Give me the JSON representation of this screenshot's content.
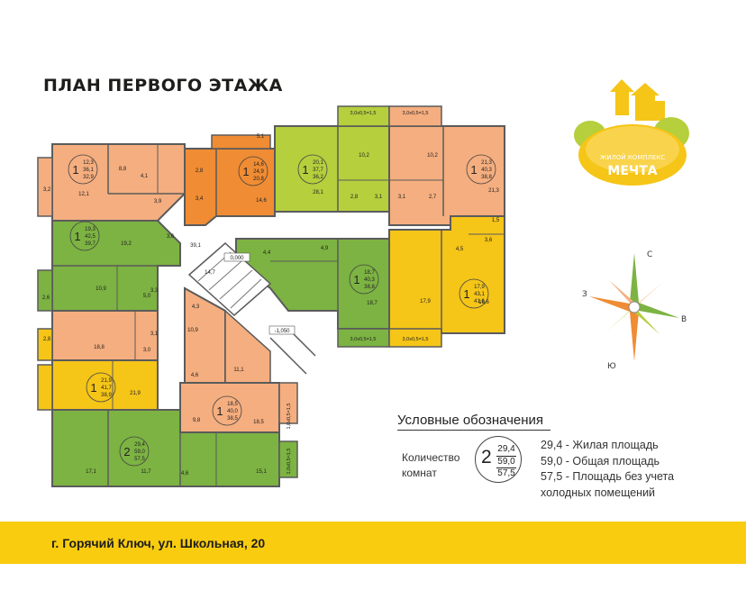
{
  "title": "ПЛАН ПЕРВОГО ЭТАЖА",
  "logo": {
    "line1": "ЖИЛОЙ КОМПЛЕКС",
    "line2": "МЕЧТА"
  },
  "compass": {
    "n": "С",
    "s": "Ю",
    "e": "В",
    "w": "З"
  },
  "colors": {
    "green": "#7cb342",
    "lime": "#b5cf3d",
    "orange": "#f08c33",
    "salmon": "#f5ae7f",
    "yellow": "#f5c518",
    "footer": "#f9cc0f"
  },
  "apartments": [
    {
      "rooms": "1",
      "living": "12,3",
      "total": "36,1",
      "excl": "32,9"
    },
    {
      "rooms": "1",
      "living": "14,6",
      "total": "24,9",
      "excl": "20,8"
    },
    {
      "rooms": "1",
      "living": "20,1",
      "total": "37,7",
      "excl": "36,2"
    },
    {
      "rooms": "1",
      "living": "21,3",
      "total": "40,3",
      "excl": "38,8"
    },
    {
      "rooms": "1",
      "living": "19,3",
      "total": "42,5",
      "excl": "39,7"
    },
    {
      "rooms": "1",
      "living": "18,7",
      "total": "40,3",
      "excl": "38,8"
    },
    {
      "rooms": "1",
      "living": "17,9",
      "total": "43,1",
      "excl": "41,6"
    },
    {
      "rooms": "1",
      "living": "21,9",
      "total": "41,7",
      "excl": "38,9"
    },
    {
      "rooms": "1",
      "living": "18,5",
      "total": "40,0",
      "excl": "38,5"
    },
    {
      "rooms": "2",
      "living": "29,4",
      "total": "59,0",
      "excl": "57,5"
    }
  ],
  "room_areas": [
    "8,8",
    "4,1",
    "12,1",
    "3,9",
    "3,2",
    "2,8",
    "3,4",
    "14,6",
    "5,1",
    "28,1",
    "10,2",
    "2,8",
    "3,1",
    "10,2",
    "3,1",
    "2,7",
    "21,3",
    "1,5",
    "19,2",
    "3,6",
    "39,1",
    "4,9",
    "4,4",
    "14,7",
    "3,6",
    "4,5",
    "10,9",
    "5,0",
    "3,3",
    "2,6",
    "18,8",
    "18,7",
    "17,9",
    "16,6",
    "4,3",
    "3,1",
    "10,9",
    "3,0",
    "2,8",
    "11,1",
    "4,6",
    "21,9",
    "9,8",
    "18,5",
    "17,1",
    "11,7",
    "4,6",
    "15,1"
  ],
  "balconies": [
    "3,0х0,5=1,5",
    "3,0х0,5=1,5",
    "3,0х0,5=1,5",
    "3,0х0,5=1,5",
    "1,0х0,5=1,5",
    "1,0х0,5=1,5"
  ],
  "tags": [
    "0,000",
    "-1,050"
  ],
  "legend": {
    "title": "Условные обозначения",
    "rooms_label_1": "Количество",
    "rooms_label_2": "комнат",
    "sample_rooms": "2",
    "sample_living": "29,4",
    "sample_total": "59,0",
    "sample_excl": "57,5",
    "desc_living": "29,4 - Жилая площадь",
    "desc_total": "59,0 - Общая площадь",
    "desc_excl_1": "57,5 - Площадь без учета",
    "desc_excl_2": "холодных помещений"
  },
  "address": "г. Горячий Ключ, ул. Школьная, 20"
}
